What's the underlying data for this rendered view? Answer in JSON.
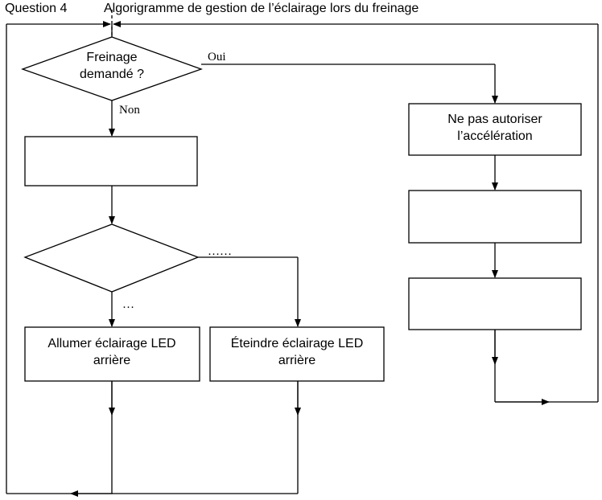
{
  "header": {
    "question": "Question 4",
    "title": "Algorigramme de gestion de l’éclairage lors du freinage"
  },
  "decision1": {
    "line1": "Freinage",
    "line2": "demandé ?",
    "yes_label": "Oui",
    "no_label": "Non"
  },
  "decision2": {
    "right_label": "……",
    "down_label": "…"
  },
  "boxes": {
    "no_accel_line1": "Ne pas autoriser",
    "no_accel_line2": "l’accélération",
    "led_on_line1": "Allumer éclairage LED",
    "led_on_line2": "arrière",
    "led_off_line1": "Éteindre éclairage LED",
    "led_off_line2": "arrière"
  }
}
